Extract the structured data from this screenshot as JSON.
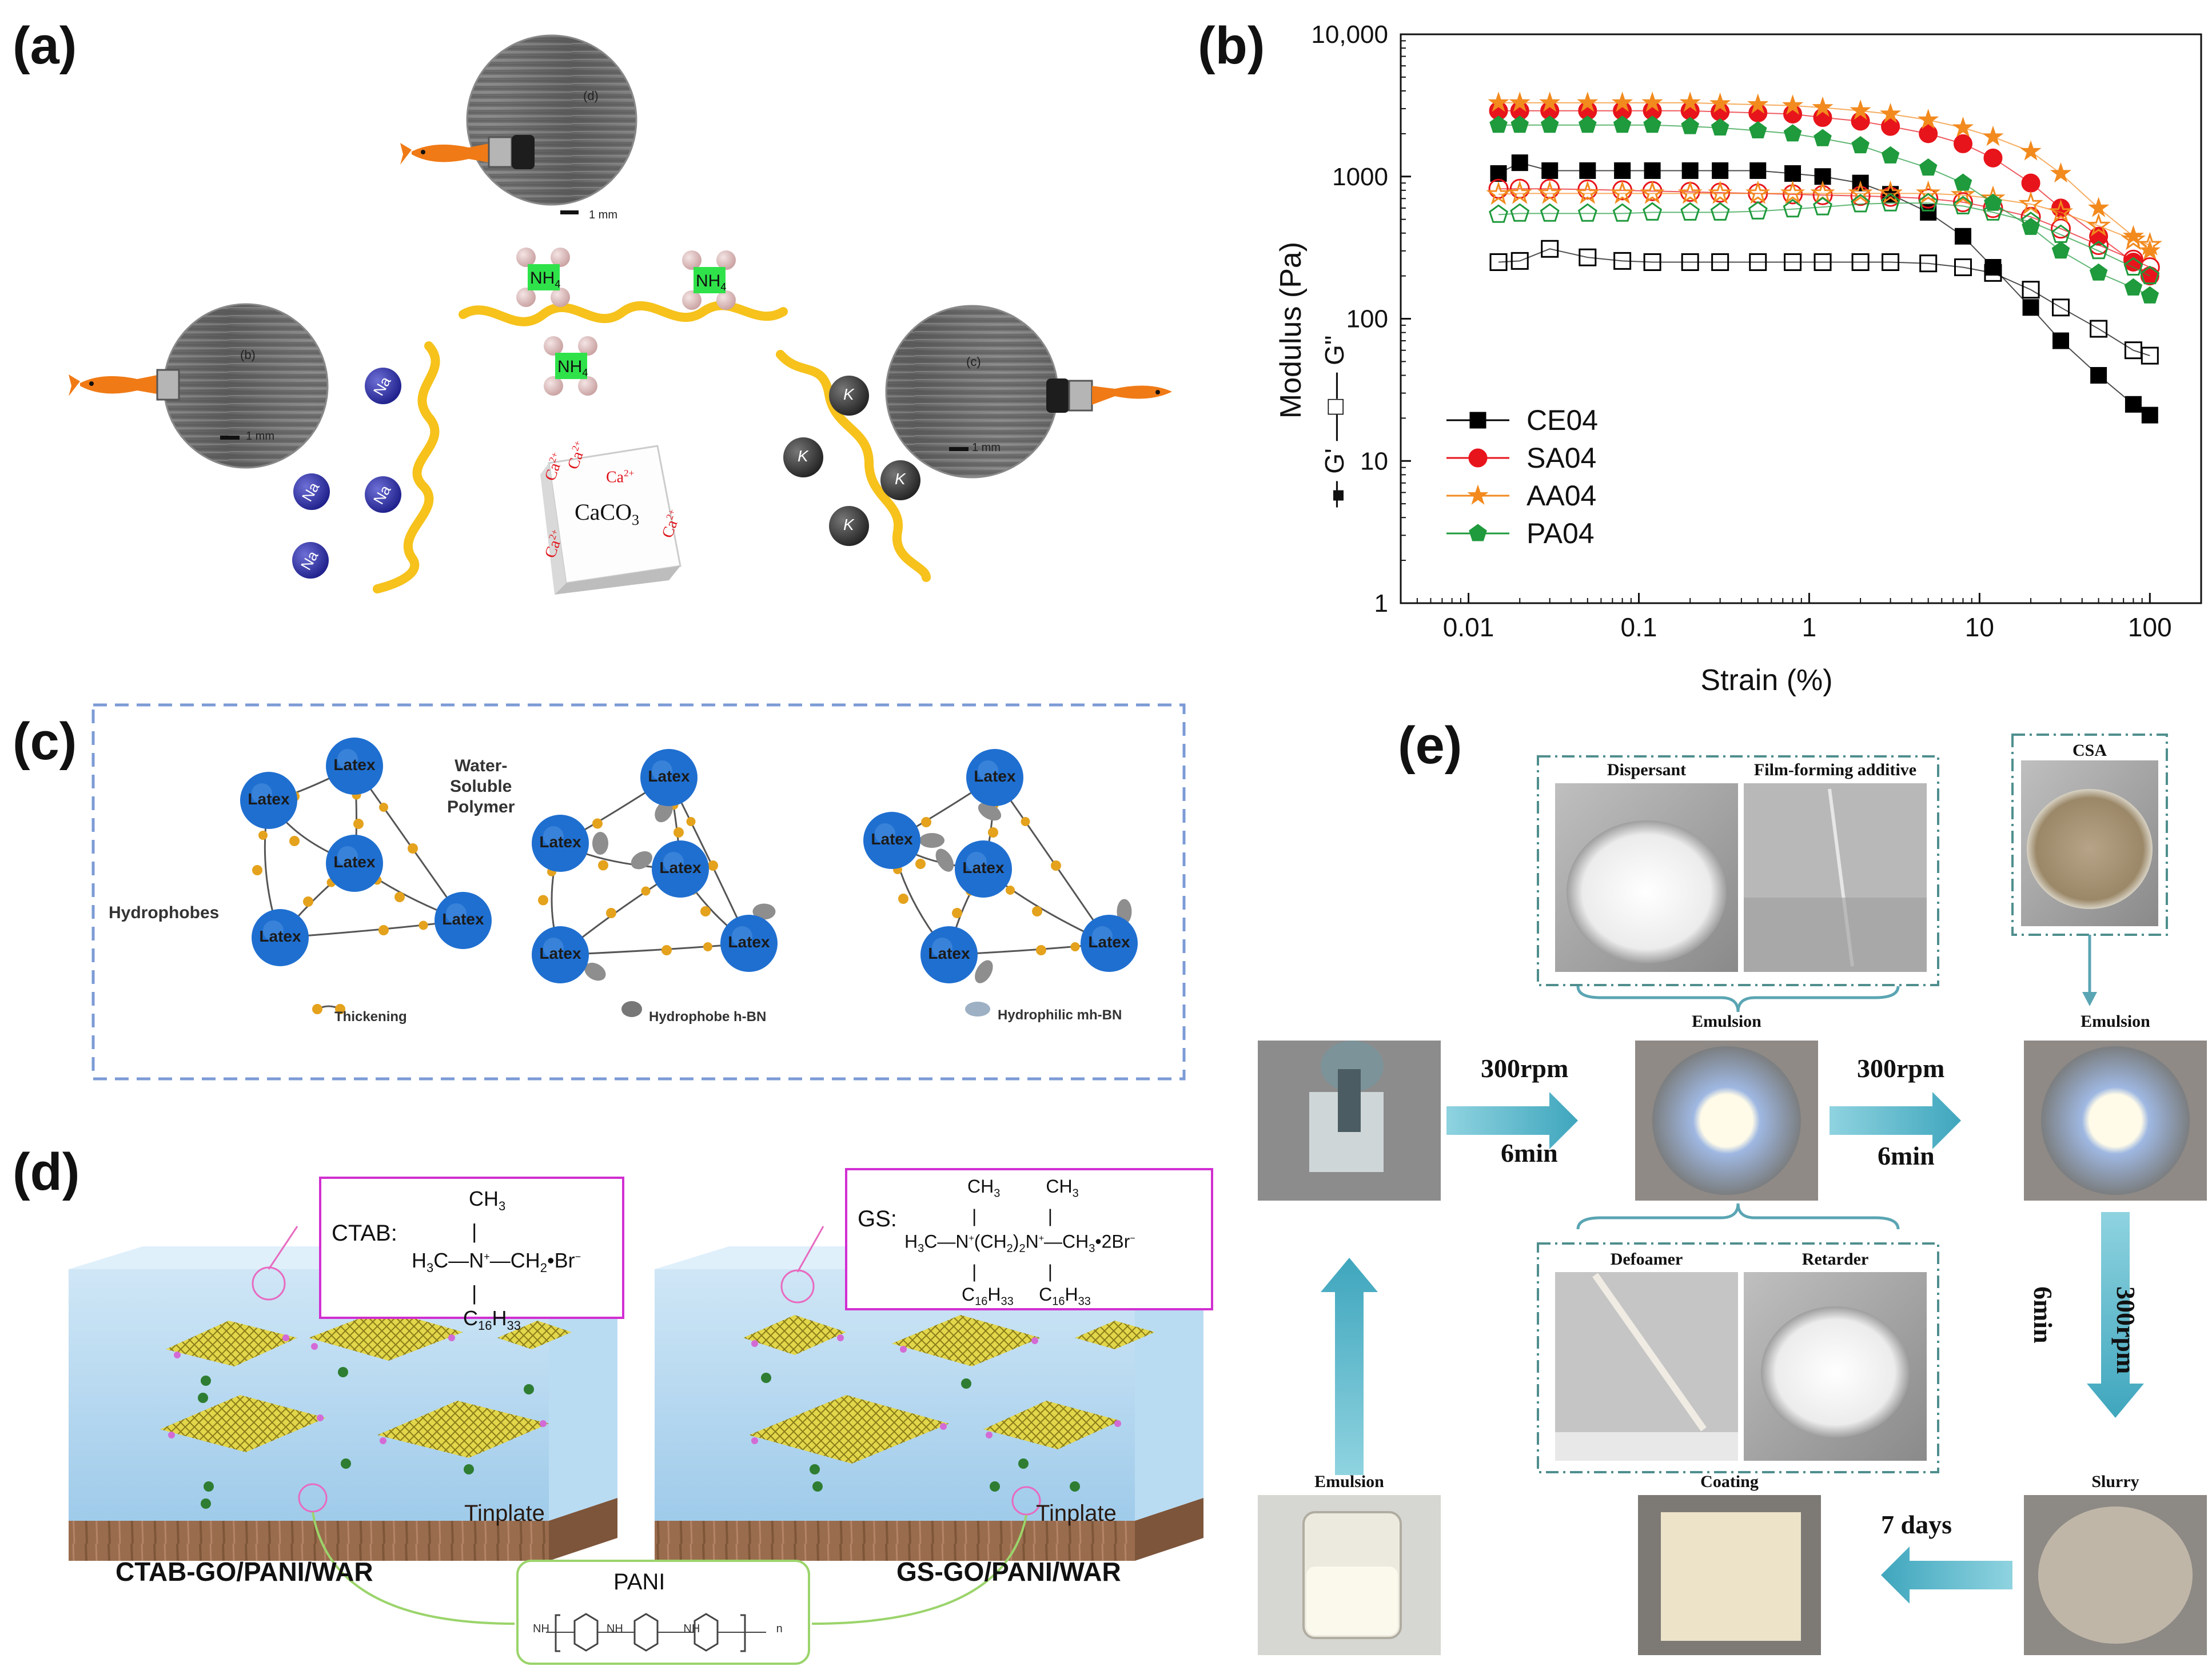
{
  "labels": {
    "a": "(a)",
    "b": "(b)",
    "c": "(c)",
    "d": "(d)",
    "e": "(e)"
  },
  "panel_a": {
    "circle_d": "(d)",
    "circle_b": "(b)",
    "circle_c": "(c)",
    "scale": "1 mm",
    "ion_nh4": "NH",
    "ion_nh4_sub": "4",
    "ion_na": "Na",
    "ion_k": "K",
    "caco3": "CaCO",
    "caco3_sub": "3",
    "ca": "Ca",
    "ca_sup": "2+"
  },
  "panel_c": {
    "latex": "Latex",
    "water_soluble_polymer": "Water-\nSoluble\nPolymer",
    "hydrophobes": "Hydrophobes",
    "legend_thickening": "Thickening",
    "legend_hbn": "Hydrophobe h-BN",
    "legend_mhbn": "Hydrophilic  mh-BN"
  },
  "panel_d": {
    "ctab_label": "CTAB:",
    "gs_label": "GS:",
    "tinplate": "Tinplate",
    "left_title": "CTAB-GO/PANI/WAR",
    "right_title": "GS-GO/PANI/WAR",
    "pani": "PANI"
  },
  "panel_e": {
    "dispersant": "Dispersant",
    "film_forming": "Film-forming additive",
    "csa": "CSA",
    "emulsion": "Emulsion",
    "defoamer": "Defoamer",
    "retarder": "Retarder",
    "slurry": "Slurry",
    "coating": "Coating",
    "rpm": "300rpm",
    "min": "6min",
    "days": "7 days"
  },
  "chart_data": {
    "type": "scatter",
    "ylabel": "Modulus (Pa)",
    "ylabel_prefix_g1": "G'",
    "ylabel_prefix_g2": "G\"",
    "xlabel": "Strain (%)",
    "xscale": "log",
    "yscale": "log",
    "xlim": [
      0.004,
      200
    ],
    "ylim": [
      1,
      10000
    ],
    "xticks": [
      0.01,
      0.1,
      1,
      10,
      100
    ],
    "xtick_labels": [
      "0.01",
      "0.1",
      "1",
      "10",
      "100"
    ],
    "yticks": [
      1,
      10,
      100,
      1000,
      10000
    ],
    "ytick_labels": [
      "1",
      "10",
      "100",
      "1000",
      "10,000"
    ],
    "legend_position": "bottom-left",
    "x": [
      0.015,
      0.02,
      0.03,
      0.05,
      0.08,
      0.12,
      0.2,
      0.3,
      0.5,
      0.8,
      1.2,
      2,
      3,
      5,
      8,
      12,
      20,
      30,
      50,
      80,
      100
    ],
    "series": [
      {
        "name": "CE04",
        "color": "#000000",
        "marker": "square",
        "g1": [
          1050,
          1250,
          1100,
          1100,
          1100,
          1100,
          1100,
          1100,
          1100,
          1050,
          1000,
          900,
          750,
          560,
          380,
          230,
          120,
          70,
          40,
          25,
          21
        ],
        "g2": [
          250,
          255,
          310,
          270,
          255,
          250,
          250,
          250,
          250,
          250,
          250,
          250,
          250,
          245,
          230,
          210,
          160,
          120,
          85,
          60,
          55
        ]
      },
      {
        "name": "SA04",
        "color": "#e8141b",
        "marker": "circle",
        "g1": [
          2900,
          2900,
          2900,
          2900,
          2900,
          2900,
          2900,
          2850,
          2800,
          2750,
          2600,
          2450,
          2250,
          2000,
          1700,
          1350,
          900,
          600,
          380,
          250,
          200
        ],
        "g2": [
          820,
          820,
          820,
          810,
          800,
          790,
          780,
          770,
          760,
          750,
          740,
          730,
          720,
          700,
          660,
          600,
          520,
          430,
          330,
          260,
          230
        ]
      },
      {
        "name": "AA04",
        "color": "#f28a1e",
        "marker": "star",
        "g1": [
          3300,
          3300,
          3300,
          3300,
          3300,
          3300,
          3300,
          3250,
          3200,
          3150,
          3050,
          2900,
          2750,
          2500,
          2200,
          1900,
          1500,
          1050,
          600,
          380,
          300
        ],
        "g2": [
          750,
          760,
          760,
          760,
          760,
          760,
          760,
          760,
          760,
          760,
          760,
          760,
          760,
          760,
          740,
          700,
          640,
          560,
          450,
          360,
          330
        ]
      },
      {
        "name": "PA04",
        "color": "#1f9a3c",
        "marker": "pentagon",
        "g1": [
          2300,
          2300,
          2300,
          2300,
          2300,
          2300,
          2250,
          2200,
          2100,
          2000,
          1850,
          1650,
          1400,
          1150,
          900,
          650,
          440,
          300,
          210,
          165,
          145
        ],
        "g2": [
          540,
          550,
          550,
          550,
          550,
          560,
          560,
          560,
          570,
          590,
          610,
          640,
          650,
          650,
          620,
          560,
          480,
          390,
          300,
          230,
          200
        ]
      }
    ]
  }
}
